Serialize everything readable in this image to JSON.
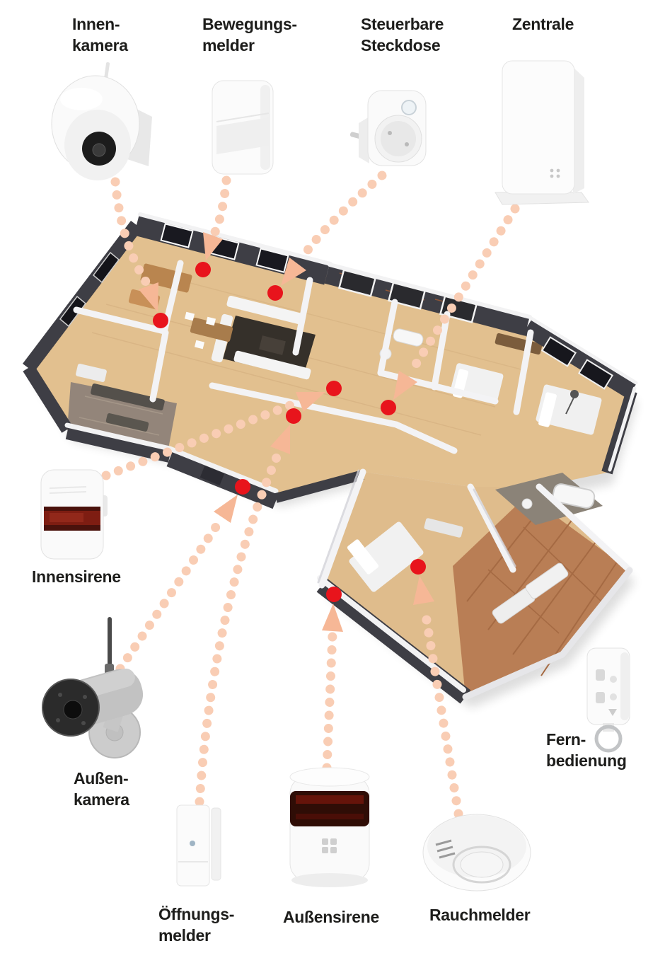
{
  "diagram": {
    "colors": {
      "background": "#ffffff",
      "label_text": "#1d1d1b",
      "marker_red": "#e8141c",
      "trail_peach": "#f9cdb4",
      "arrow_peach": "#f6b796"
    },
    "floorplan": {
      "kind": "isometric 3D cutaway floor plan",
      "placement_marker_count": 9
    },
    "components": [
      {
        "id": "innenkamera",
        "label_lines": [
          "Innen-",
          "kamera"
        ],
        "marked_in_plan": true
      },
      {
        "id": "bewegungsmelder",
        "label_lines": [
          "Bewegungs-",
          "melder"
        ],
        "marked_in_plan": true
      },
      {
        "id": "steckdose",
        "label_lines": [
          "Steuerbare",
          "Steckdose"
        ],
        "marked_in_plan": true
      },
      {
        "id": "zentrale",
        "label_lines": [
          "Zentrale"
        ],
        "marked_in_plan": true
      },
      {
        "id": "innensirene",
        "label_lines": [
          "Innensirene"
        ],
        "marked_in_plan": true
      },
      {
        "id": "aussenkamera",
        "label_lines": [
          "Außen-",
          "kamera"
        ],
        "marked_in_plan": true
      },
      {
        "id": "oeffnungsmelder",
        "label_lines": [
          "Öffnungs-",
          "melder"
        ],
        "marked_in_plan": true
      },
      {
        "id": "aussensirene",
        "label_lines": [
          "Außensirene"
        ],
        "marked_in_plan": true
      },
      {
        "id": "rauchmelder",
        "label_lines": [
          "Rauchmelder"
        ],
        "marked_in_plan": true
      },
      {
        "id": "fernbedienung",
        "label_lines": [
          "Fern-",
          "bedienung"
        ],
        "marked_in_plan": false
      }
    ]
  }
}
